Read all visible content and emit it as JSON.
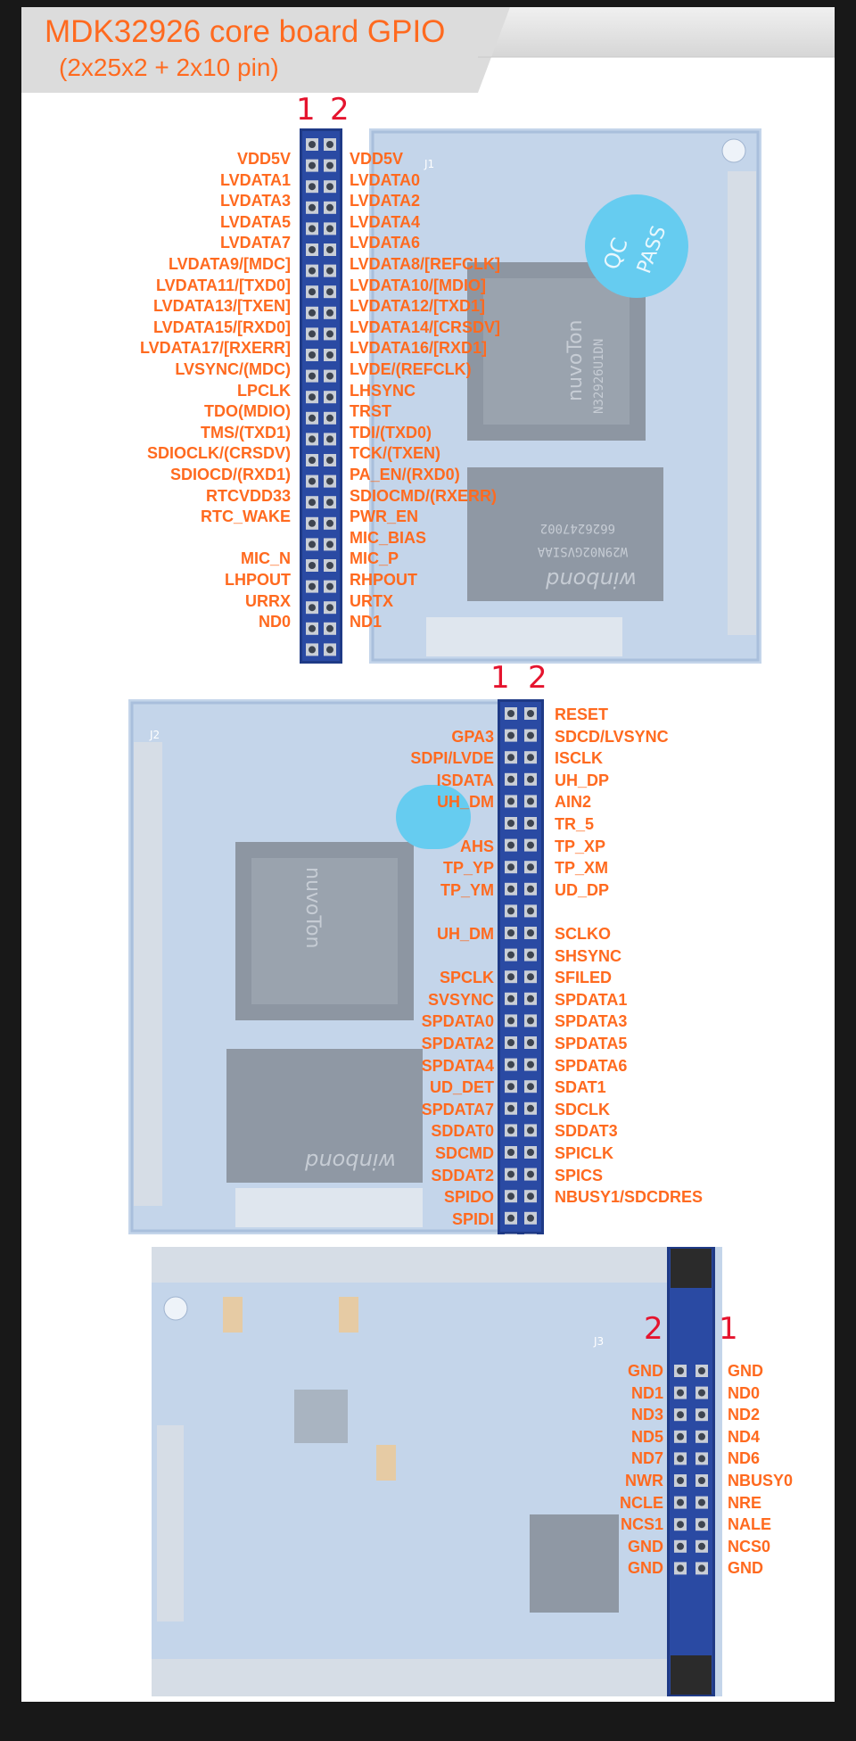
{
  "header": {
    "title": "MDK32926 core board GPIO",
    "subtitle": "(2x25x2 + 2x10 pin)"
  },
  "colors": {
    "label": "#ff6a1f",
    "pin_number": "#e5142e",
    "header_strip": "#1f3a86",
    "board": "#c4d5ea",
    "qc_sticker": "#66ccf0"
  },
  "j1": {
    "pin_numbers": [
      "1",
      "2"
    ],
    "left": [
      "VDD5V",
      "LVDATA1",
      "LVDATA3",
      "LVDATA5",
      "LVDATA7",
      "LVDATA9/[MDC]",
      "LVDATA11/[TXD0]",
      "LVDATA13/[TXEN]",
      "LVDATA15/[RXD0]",
      "LVDATA17/[RXERR]",
      "LVSYNC/(MDC)",
      "LPCLK",
      "TDO(MDIO)",
      "TMS/(TXD1)",
      "SDIOCLK/(CRSDV)",
      "SDIOCD/(RXD1)",
      "RTCVDD33",
      "RTC_WAKE",
      "",
      "MIC_N",
      "LHPOUT",
      "URRX",
      "ND0"
    ],
    "right": [
      "VDD5V",
      "LVDATA0",
      "LVDATA2",
      "LVDATA4",
      "LVDATA6",
      "LVDATA8/[REFCLK]",
      "LVDATA10/[MDIO]",
      "LVDATA12/[TXD1]",
      "LVDATA14/[CRSDV]",
      "LVDATA16/[RXD1]",
      "LVDE/(REFCLK)",
      "LHSYNC",
      "TRST",
      "TDI/(TXD0)",
      "TCK/(TXEN)",
      "PA_EN/(RXD0)",
      "SDIOCMD/(RXERR)",
      "PWR_EN",
      "MIC_BIAS",
      "MIC_P",
      "RHPOUT",
      "URTX",
      "ND1"
    ]
  },
  "j2": {
    "pin_numbers": [
      "1",
      "2"
    ],
    "left": [
      "",
      "GPA3",
      "SDPI/LVDE",
      "ISDATA",
      "UH_DM",
      "",
      "AHS",
      "TP_YP",
      "TP_YM",
      "",
      "UH_DM",
      "",
      "SPCLK",
      "SVSYNC",
      "SPDATA0",
      "SPDATA2",
      "SPDATA4",
      "UD_DET",
      "SPDATA7",
      "SDDAT0",
      "SDCMD",
      "SDDAT2",
      "SPIDO",
      "SPIDI"
    ],
    "right": [
      "RESET",
      "SDCD/LVSYNC",
      "ISCLK",
      "UH_DP",
      "AIN2",
      "TR_5",
      "TP_XP",
      "TP_XM",
      "UD_DP",
      "",
      "SCLKO",
      "SHSYNC",
      "SFILED",
      "SPDATA1",
      "SPDATA3",
      "SPDATA5",
      "SPDATA6",
      "SDAT1",
      "SDCLK",
      "SDDAT3",
      "SPICLK",
      "SPICS",
      "NBUSY1/SDCDRES"
    ]
  },
  "j3": {
    "pin_numbers": [
      "2",
      "1"
    ],
    "left": [
      "GND",
      "ND1",
      "ND3",
      "ND5",
      "ND7",
      "NWR",
      "NCLE",
      "NCS1",
      "GND",
      "GND"
    ],
    "right": [
      "GND",
      "ND0",
      "ND2",
      "ND4",
      "ND6",
      "NBUSY0",
      "NRE",
      "NALE",
      "NCS0",
      "GND"
    ]
  },
  "silkscreen": {
    "qc_stamp": [
      "QC",
      "PASS"
    ],
    "chip_brand": "nuvoTon",
    "chip_part": "N32926U1DN",
    "flash_brand": "winbond",
    "flash_part": "W29N02GVSIAA",
    "flash_code": "6626247002",
    "header_labels": [
      "J1",
      "J2",
      "J3"
    ]
  }
}
